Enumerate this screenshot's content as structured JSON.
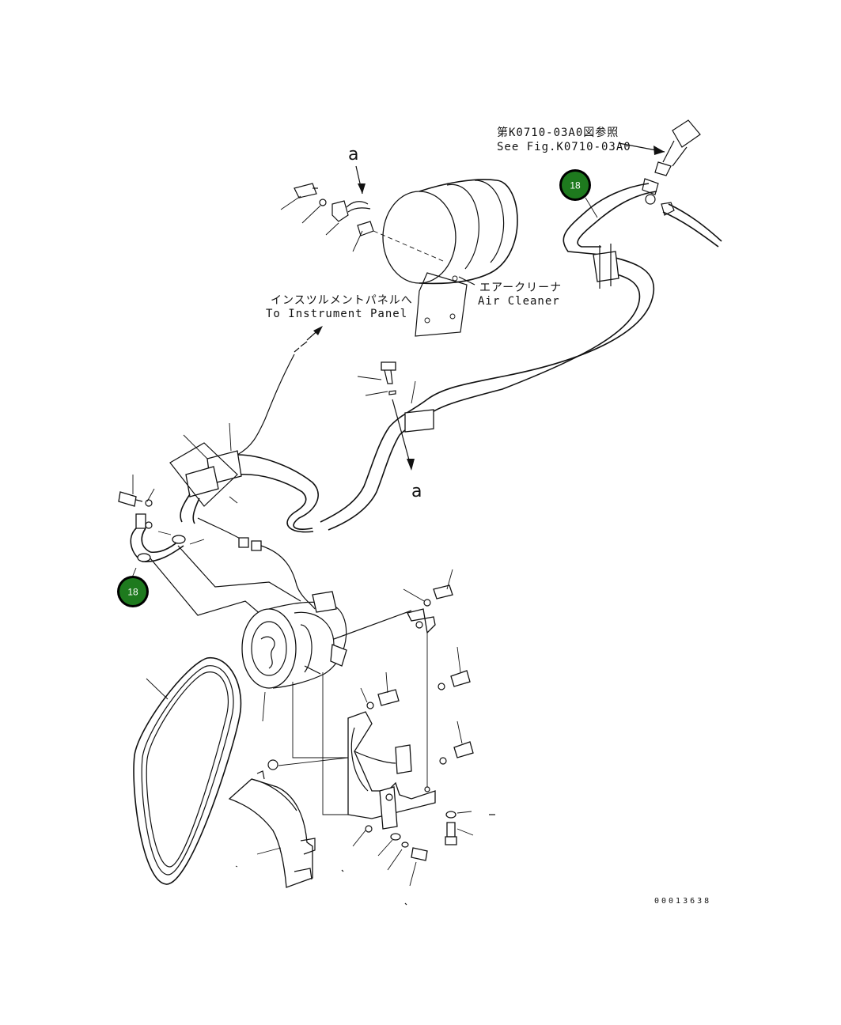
{
  "labels": {
    "see_fig_jp": "第K0710-03A0図参照",
    "see_fig_en": "See Fig.K0710-03A0",
    "instrument_jp": "インスツルメントパネルへ",
    "instrument_en": "To Instrument Panel",
    "air_cleaner_jp": "エアークリーナ",
    "air_cleaner_en": "Air Cleaner",
    "ref_a_top": "a",
    "ref_a_bottom": "a",
    "drawing_number": "00013638"
  },
  "callouts": [
    {
      "number": "18"
    },
    {
      "number": "18"
    }
  ],
  "colors": {
    "callout_fill": "#1e7a1e",
    "callout_ring": "#000000",
    "line": "#111111"
  }
}
